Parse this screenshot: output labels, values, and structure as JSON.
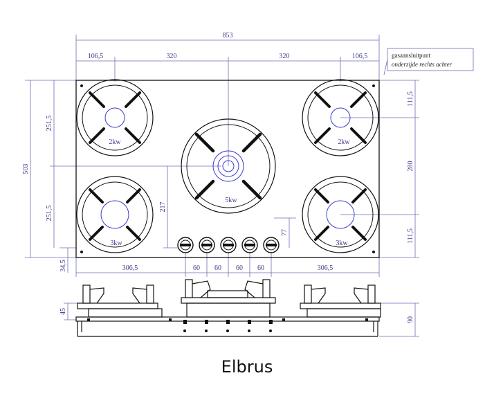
{
  "caption": "Elbrus",
  "note": {
    "line1": "gasaansluitpunt",
    "line2": "onderzijde rechts achter"
  },
  "dims": {
    "overall_width": "853",
    "top_left": "106,5",
    "top_mid_left": "320",
    "top_mid_right": "320",
    "top_right": "106,5",
    "depth": "503",
    "left_upper": "251,5",
    "left_lower": "251,5",
    "bottom_left_offset": "34,5",
    "right_top": "111,5",
    "right_mid": "280",
    "right_bottom": "111,5",
    "center_height": "217",
    "knob_height": "77",
    "bottom_left": "306,5",
    "knob_spacing": [
      "60",
      "60",
      "60",
      "60"
    ],
    "bottom_right": "306,5",
    "side_top": "45",
    "side_height": "90"
  },
  "burners": {
    "top_left": "2kw",
    "top_right": "2kw",
    "center": "5kw",
    "bottom_left": "3kw",
    "bottom_right": "3kw"
  }
}
